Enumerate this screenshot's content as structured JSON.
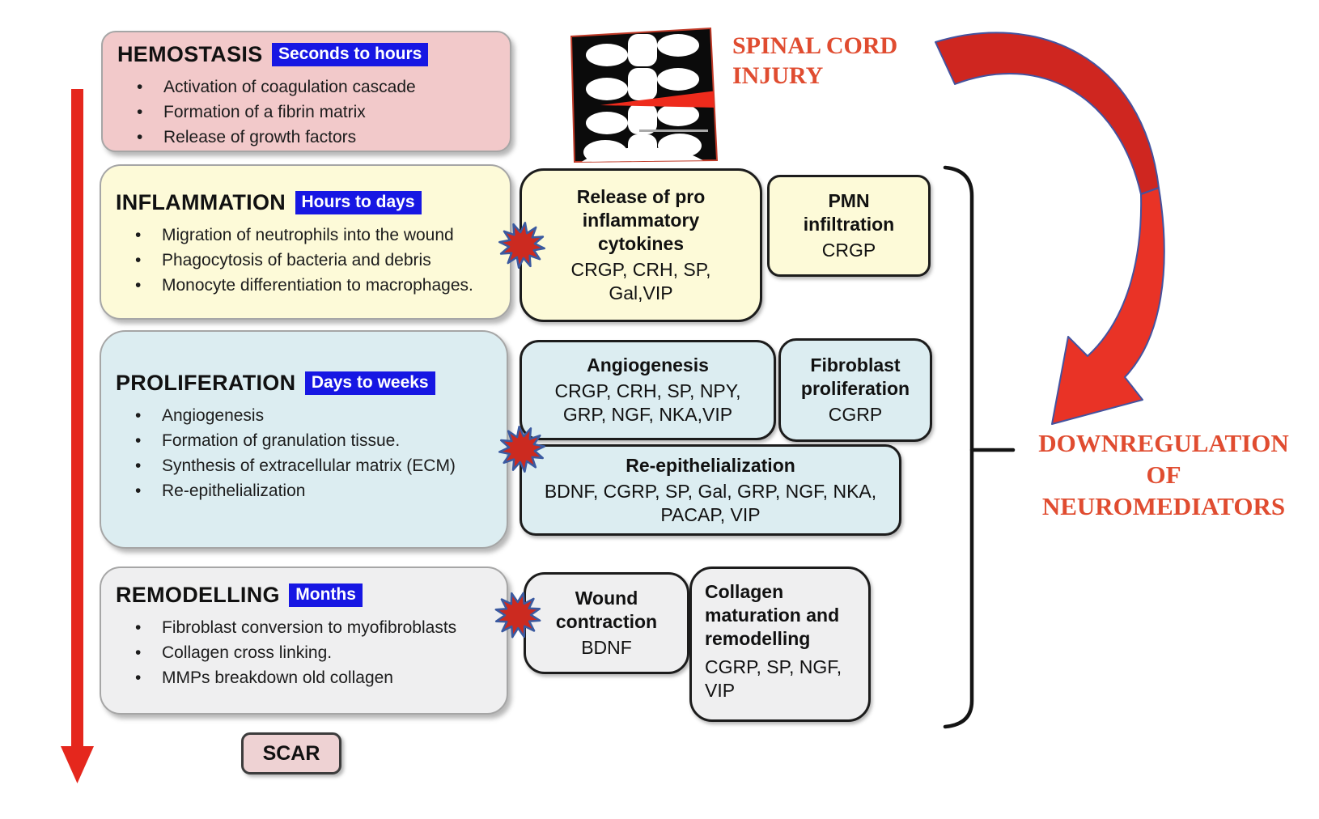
{
  "palette": {
    "phase_pink": "#f2c9ca",
    "phase_yellow": "#fdfad8",
    "phase_blue": "#dcedf1",
    "phase_gray": "#efeff0",
    "highlight_blue": "#1717e3",
    "arrow_red": "#e5271d",
    "heading_red": "#e04c30"
  },
  "phases": [
    {
      "title": "HEMOSTASIS",
      "duration": "Seconds to hours",
      "bullets": [
        "Activation of coagulation cascade",
        "Formation of a fibrin matrix",
        "Release of growth factors"
      ]
    },
    {
      "title": "INFLAMMATION",
      "duration": "Hours to days",
      "bullets": [
        "Migration of neutrophils into the wound",
        "Phagocytosis of bacteria and debris",
        "Monocyte differentiation to macrophages."
      ]
    },
    {
      "title": "PROLIFERATION",
      "duration": "Days to weeks",
      "bullets": [
        "Angiogenesis",
        "Formation of granulation tissue.",
        "Synthesis of extracellular matrix (ECM)",
        "Re-epithelialization"
      ]
    },
    {
      "title": "REMODELLING",
      "duration": "Months",
      "bullets": [
        "Fibroblast conversion to myofibroblasts",
        "Collagen cross linking.",
        "MMPs breakdown old collagen"
      ]
    }
  ],
  "scar_label": "SCAR",
  "injury": {
    "line1": "SPINAL CORD",
    "line2": "INJURY"
  },
  "downregulation": {
    "line1": "DOWNREGULATION",
    "line2": "OF",
    "line3": "NEUROMEDIATORS"
  },
  "mediator_boxes": {
    "cytokines": {
      "title": "Release of pro inflammatory cytokines",
      "mediators": "CRGP, CRH, SP, Gal,VIP"
    },
    "pmn": {
      "title": "PMN infiltration",
      "mediators": "CRGP"
    },
    "angiogenesis": {
      "title": "Angiogenesis",
      "mediators": "CRGP, CRH, SP, NPY, GRP, NGF,  NKA,VIP"
    },
    "fibroblast": {
      "title": "Fibroblast proliferation",
      "mediators": "CGRP"
    },
    "reepithelialization": {
      "title": "Re-epithelialization",
      "mediators": "BDNF, CGRP, SP, Gal, GRP, NGF, NKA, PACAP, VIP"
    },
    "wound_contraction": {
      "title": "Wound contraction",
      "mediators": "BDNF"
    },
    "collagen": {
      "title": "Collagen maturation and remodelling",
      "mediators": "CGRP, SP, NGF, VIP"
    }
  },
  "icons": {
    "starburst": "injury-starburst",
    "spine_xray": "fractured-spine-xray",
    "timeline_arrow": "downward-red-arrow",
    "curved_arrow": "clockwise-red-arrow",
    "bracket": "grouping-bracket"
  }
}
